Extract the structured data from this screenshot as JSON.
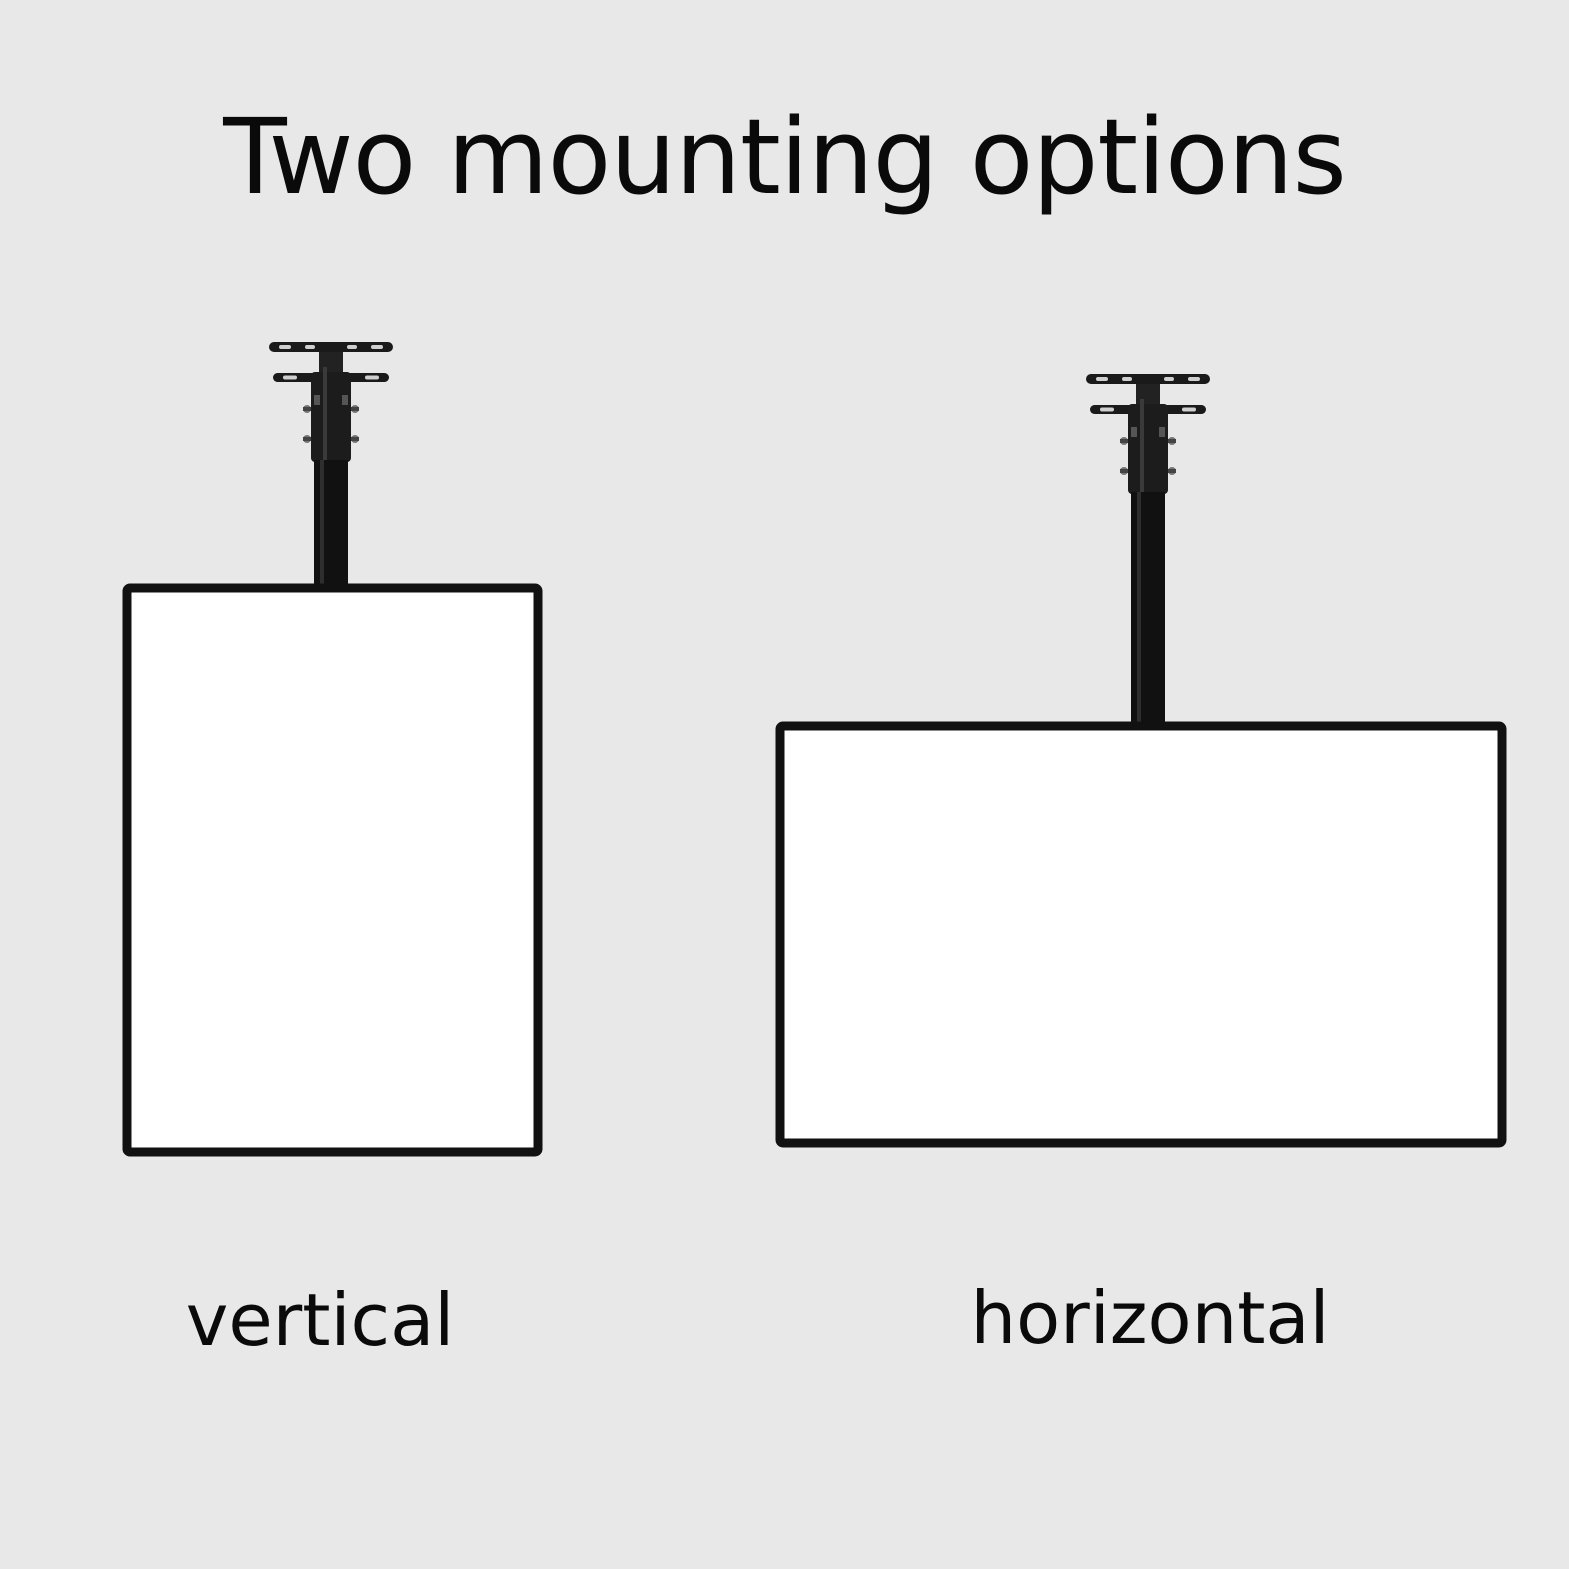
{
  "title": "Two mounting options",
  "options": [
    {
      "label": "vertical",
      "orientation": "portrait"
    },
    {
      "label": "horizontal",
      "orientation": "landscape"
    }
  ],
  "colors": {
    "background": "#e8e8e8",
    "frame": "#111111",
    "screen": "#ffffff"
  },
  "icons": [
    "ceiling-mount-bracket-icon",
    "ceiling-mount-bracket-icon"
  ]
}
